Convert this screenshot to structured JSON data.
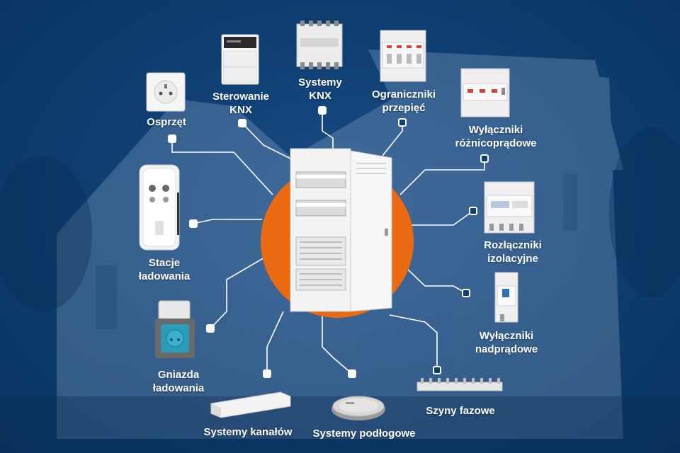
{
  "colors": {
    "background": "#0c3a6b",
    "accent": "#ea6a12",
    "line": "#ffffff"
  },
  "categories": [
    {
      "id": "osprzet",
      "lines": [
        "Osprzęt"
      ]
    },
    {
      "id": "sterowanie-knx",
      "lines": [
        "Sterowanie",
        "KNX"
      ]
    },
    {
      "id": "systemy-knx",
      "lines": [
        "Systemy",
        "KNX"
      ]
    },
    {
      "id": "ograniczniki",
      "lines": [
        "Ograniczniki",
        "przepięć"
      ]
    },
    {
      "id": "wylaczniki-roznicopradowe",
      "lines": [
        "Wyłączniki",
        "różnicoprądowe"
      ]
    },
    {
      "id": "rozlaczniki",
      "lines": [
        "Rozłączniki",
        "izolacyjne"
      ]
    },
    {
      "id": "wylaczniki-nadpradowe",
      "lines": [
        "Wyłączniki",
        "nadprądowe"
      ]
    },
    {
      "id": "szyny-fazowe",
      "lines": [
        "Szyny fazowe"
      ]
    },
    {
      "id": "systemy-podlogowe",
      "lines": [
        "Systemy podłogowe"
      ]
    },
    {
      "id": "systemy-kanalow",
      "lines": [
        "Systemy kanałów"
      ]
    },
    {
      "id": "gniazda-ladowania",
      "lines": [
        "Gniazda",
        "ładowania"
      ]
    },
    {
      "id": "stacje-ladowania",
      "lines": [
        "Stacje",
        "ładowania"
      ]
    }
  ]
}
